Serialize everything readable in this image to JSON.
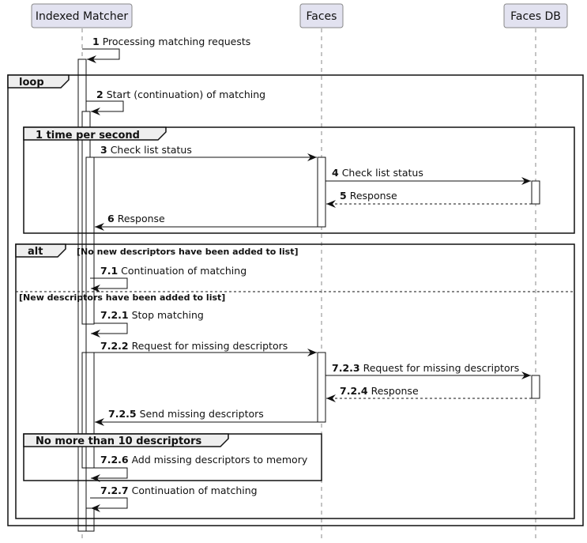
{
  "participants": {
    "indexed_matcher": "Indexed Matcher",
    "faces": "Faces",
    "faces_db": "Faces DB"
  },
  "frames": {
    "loop": {
      "keyword": "loop"
    },
    "per_second": {
      "keyword": "1 time per second"
    },
    "alt": {
      "keyword": "alt",
      "guard_1": "[No new descriptors have been added to list]",
      "guard_2": "[New descriptors have been added to list]"
    },
    "limit": {
      "keyword": "No more than 10 descriptors"
    }
  },
  "messages": [
    {
      "num": "1",
      "label": "Processing matching requests"
    },
    {
      "num": "2",
      "label": "Start (continuation) of matching"
    },
    {
      "num": "3",
      "label": "Check list status"
    },
    {
      "num": "4",
      "label": "Check list status"
    },
    {
      "num": "5",
      "label": "Response"
    },
    {
      "num": "6",
      "label": "Response"
    },
    {
      "num": "7.1",
      "label": "Continuation of matching"
    },
    {
      "num": "7.2.1",
      "label": "Stop matching"
    },
    {
      "num": "7.2.2",
      "label": "Request for missing descriptors"
    },
    {
      "num": "7.2.3",
      "label": "Request for missing descriptors"
    },
    {
      "num": "7.2.4",
      "label": "Response"
    },
    {
      "num": "7.2.5",
      "label": "Send missing descriptors"
    },
    {
      "num": "7.2.6",
      "label": "Add missing descriptors to memory"
    },
    {
      "num": "7.2.7",
      "label": "Continuation of matching"
    }
  ]
}
